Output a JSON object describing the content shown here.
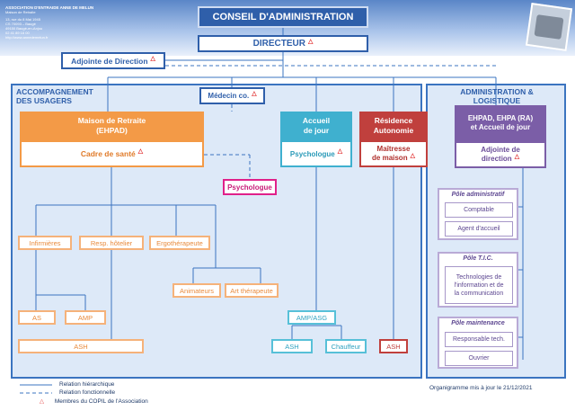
{
  "org": {
    "name": "ASSOCIATION D'ENTRAIDE ANNE DE MELUN",
    "subtitle": "Maison de Retraite",
    "address1": "13, rue du 8 Mai 1945",
    "address2": "CS 70093 – Baugé",
    "address3": "49150 Baugé-en-Anjou",
    "phone": "02 41 89 16 00",
    "website": "http://www.annedemelun.fr"
  },
  "top": {
    "conseil": "CONSEIL D'ADMINISTRATION",
    "directeur": "DIRECTEUR",
    "adjointe": "Adjointe de Direction"
  },
  "left_section": {
    "title_line1": "ACCOMPAGNEMENT",
    "title_line2": "DES USAGERS",
    "medecin": "Médecin co.",
    "maison": {
      "line1": "Maison de Retraite",
      "line2": "(EHPAD)",
      "cadre": "Cadre de santé"
    },
    "psychologue": "Psychologue",
    "infirmieres": "Infirmières",
    "resp_hotelier": "Resp. hôtelier",
    "ergo": "Ergothérapeute",
    "animateurs": "Animateurs",
    "art": "Art thérapeute",
    "as": "AS",
    "amp": "AMP",
    "ash": "ASH"
  },
  "accueil": {
    "line1": "Accueil",
    "line2": "de jour",
    "psychologue": "Psychologue",
    "amp_asg": "AMP/ASG",
    "ash": "ASH",
    "chauffeur": "Chauffeur"
  },
  "residence": {
    "line1": "Résidence",
    "line2": "Autonomie",
    "maitresse1": "Maîtresse",
    "maitresse2": "de maison",
    "ash": "ASH"
  },
  "right_section": {
    "title_line1": "ADMINISTRATION &",
    "title_line2": "LOGISTIQUE",
    "head1": "EHPAD, EHPA (RA)",
    "head2": "et Accueil de jour",
    "adjointe1": "Adjointe de",
    "adjointe2": "direction",
    "pole_admin": {
      "title": "Pôle administratif",
      "items": [
        "Comptable",
        "Agent d'accueil"
      ]
    },
    "pole_tic": {
      "title": "Pôle T.I.C.",
      "item_line1": "Technologies de",
      "item_line2": "l'information et de",
      "item_line3": "la communication"
    },
    "pole_maint": {
      "title": "Pôle maintenance",
      "items": [
        "Responsable tech.",
        "Ouvrier"
      ]
    }
  },
  "legend": {
    "hier": "Relation hiérarchique",
    "fonc": "Relation fonctionnelle",
    "copil": "Membres du COPIL de l'Association"
  },
  "footer": "Organigramme mis à jour le 21/12/2021",
  "triangle": "△",
  "colors": {
    "blue": "#2f5faa",
    "orange": "#f39a47",
    "teal": "#3fb0cf",
    "red": "#c0403d",
    "purple": "#7b5ea7",
    "magenta": "#e0218a"
  }
}
